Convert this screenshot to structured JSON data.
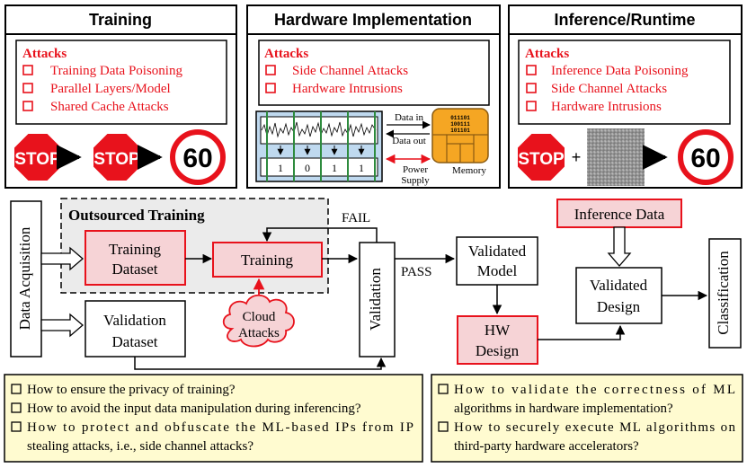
{
  "colors": {
    "attack_red": "#e8121c",
    "red_box_fill": "#f6d3d6",
    "gray_fill": "#ebebeb",
    "yellow_fill": "#fffbd0",
    "chip_orange": "#f5a623"
  },
  "panels": {
    "training": {
      "title": "Training",
      "attacks_label": "Attacks",
      "items": [
        "Training Data Poisoning",
        "Parallel Layers/Model",
        "Shared Cache Attacks"
      ],
      "signs": {
        "stop1": "STOP",
        "stop2": "STOP",
        "speed": "60"
      }
    },
    "hardware": {
      "title": "Hardware Implementation",
      "attacks_label": "Attacks",
      "items": [
        "Side Channel Attacks",
        "Hardware Intrusions"
      ],
      "bits": [
        "1",
        "0",
        "1",
        "1"
      ],
      "data_in": "Data in",
      "data_out": "Data out",
      "power": "Power",
      "supply": "Supply",
      "memory": "Memory",
      "chip_bits": [
        "011101",
        "100111",
        "101101"
      ]
    },
    "inference": {
      "title": "Inference/Runtime",
      "attacks_label": "Attacks",
      "items": [
        "Inference Data Poisoning",
        "Side Channel Attacks",
        "Hardware Intrusions"
      ],
      "signs": {
        "stop": "STOP",
        "plus": "+",
        "speed": "60"
      }
    }
  },
  "flow": {
    "data_acquisition": "Data Acquisition",
    "outsourced_training": "Outsourced Training",
    "training_dataset": [
      "Training",
      "Dataset"
    ],
    "training": "Training",
    "validation_dataset": [
      "Validation",
      "Dataset"
    ],
    "cloud_attacks": [
      "Cloud",
      "Attacks"
    ],
    "validation": "Validation",
    "fail": "FAIL",
    "pass": "PASS",
    "validated_model": [
      "Validated",
      "Model"
    ],
    "hw_design": [
      "HW",
      "Design"
    ],
    "inference_data": "Inference Data",
    "validated_design": [
      "Validated",
      "Design"
    ],
    "classification": "Classification"
  },
  "questions_left": {
    "q1": "How to ensure the privacy of training?",
    "q2": "How to avoid the input data manipulation during inferencing?",
    "q3_line1": "How to protect and obfuscate the ML-based IPs from IP",
    "q3_line2": "stealing attacks, i.e., side channel attacks?"
  },
  "questions_right": {
    "q1_line1": "How to validate the correctness of ML",
    "q1_line2": "algorithms in hardware implementation?",
    "q2_line1": "How to securely execute ML algorithms on",
    "q2_line2": "third-party hardware accelerators?"
  }
}
